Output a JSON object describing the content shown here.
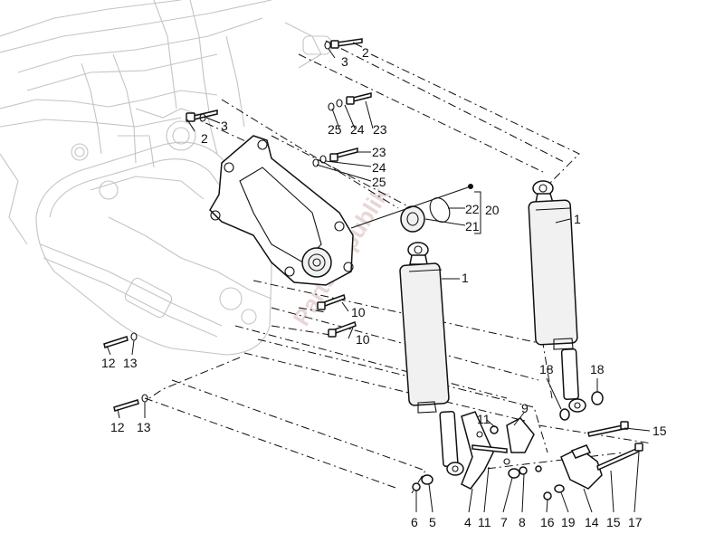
{
  "watermark": "PartsRepublik",
  "callouts": [
    {
      "id": "c1a",
      "text": "1"
    },
    {
      "id": "c1b",
      "text": "1"
    },
    {
      "id": "c2a",
      "text": "2"
    },
    {
      "id": "c2b",
      "text": "2"
    },
    {
      "id": "c3a",
      "text": "3"
    },
    {
      "id": "c3b",
      "text": "3"
    },
    {
      "id": "c4",
      "text": "4"
    },
    {
      "id": "c5",
      "text": "5"
    },
    {
      "id": "c6",
      "text": "6"
    },
    {
      "id": "c7",
      "text": "7"
    },
    {
      "id": "c8",
      "text": "8"
    },
    {
      "id": "c9",
      "text": "9"
    },
    {
      "id": "c10a",
      "text": "10"
    },
    {
      "id": "c10b",
      "text": "10"
    },
    {
      "id": "c11a",
      "text": "11"
    },
    {
      "id": "c11b",
      "text": "11"
    },
    {
      "id": "c12a",
      "text": "12"
    },
    {
      "id": "c12b",
      "text": "12"
    },
    {
      "id": "c13a",
      "text": "13"
    },
    {
      "id": "c13b",
      "text": "13"
    },
    {
      "id": "c14",
      "text": "14"
    },
    {
      "id": "c15a",
      "text": "15"
    },
    {
      "id": "c15b",
      "text": "15"
    },
    {
      "id": "c16",
      "text": "16"
    },
    {
      "id": "c17",
      "text": "17"
    },
    {
      "id": "c18a",
      "text": "18"
    },
    {
      "id": "c18b",
      "text": "18"
    },
    {
      "id": "c19",
      "text": "19"
    },
    {
      "id": "c20",
      "text": "20"
    },
    {
      "id": "c21",
      "text": "21"
    },
    {
      "id": "c22",
      "text": "22"
    },
    {
      "id": "c23a",
      "text": "23"
    },
    {
      "id": "c23b",
      "text": "23"
    },
    {
      "id": "c24a",
      "text": "24"
    },
    {
      "id": "c24b",
      "text": "24"
    },
    {
      "id": "c25a",
      "text": "25"
    },
    {
      "id": "c25b",
      "text": "25"
    }
  ]
}
